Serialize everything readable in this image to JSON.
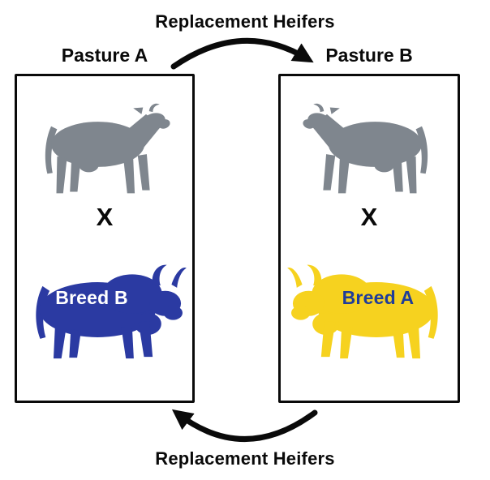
{
  "flows": {
    "top_label": "Replacement Heifers",
    "bottom_label": "Replacement Heifers"
  },
  "pastures": [
    {
      "title": "Pasture A",
      "cross_symbol": "X",
      "bull_label": "Breed B"
    },
    {
      "title": "Pasture B",
      "cross_symbol": "X",
      "bull_label": "Breed A"
    }
  ],
  "icons": {
    "dam": "cow-silhouette",
    "sire": "bull-silhouette",
    "flow": "curved-arrow"
  },
  "colors": {
    "cow_gray": "#7F868E",
    "bull_blue": "#2B3AA2",
    "bull_yellow": "#F6D21F",
    "breed_b_label": "#FFFFFF",
    "breed_a_label": "#1F3D99",
    "line": "#0A0A0A"
  }
}
